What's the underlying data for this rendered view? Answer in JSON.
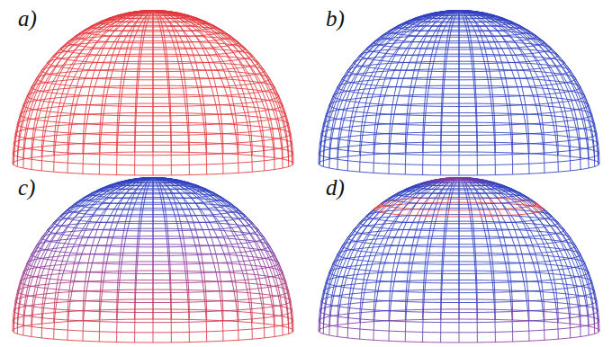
{
  "diagram": {
    "labels": [
      "a)",
      "b)",
      "c)",
      "d)"
    ]
  }
}
